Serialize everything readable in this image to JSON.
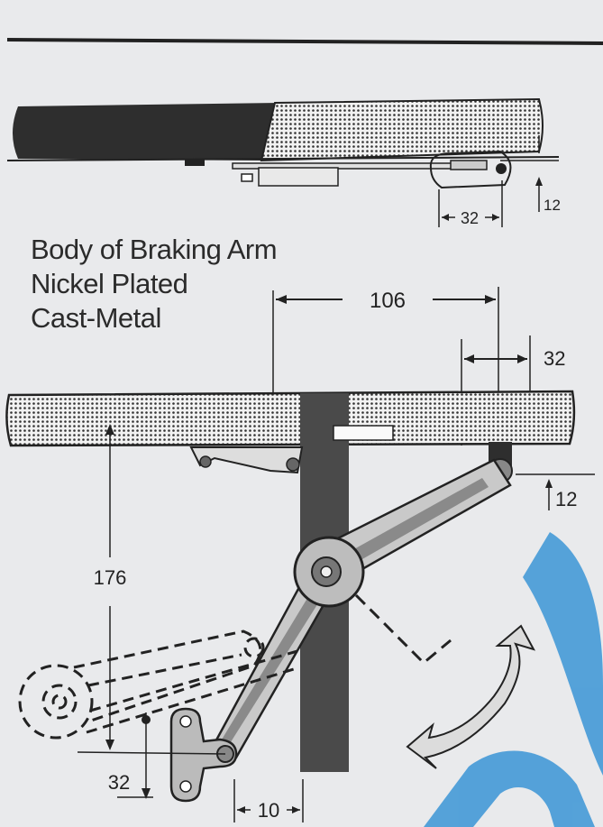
{
  "caption": {
    "line1": "Body of Braking Arm",
    "line2": "Nickel Plated",
    "line3": "Cast-Metal"
  },
  "dimensions": {
    "top_offset": "32",
    "top_height": "12",
    "width": "106",
    "offset": "32",
    "height": "12",
    "depth": "176",
    "bottom_offset": "32",
    "bottom_width": "10"
  },
  "colors": {
    "paper": "#e9eaec",
    "ink": "#222222",
    "panel": "#4a4a4a",
    "watermark": "#2a8fd4"
  }
}
